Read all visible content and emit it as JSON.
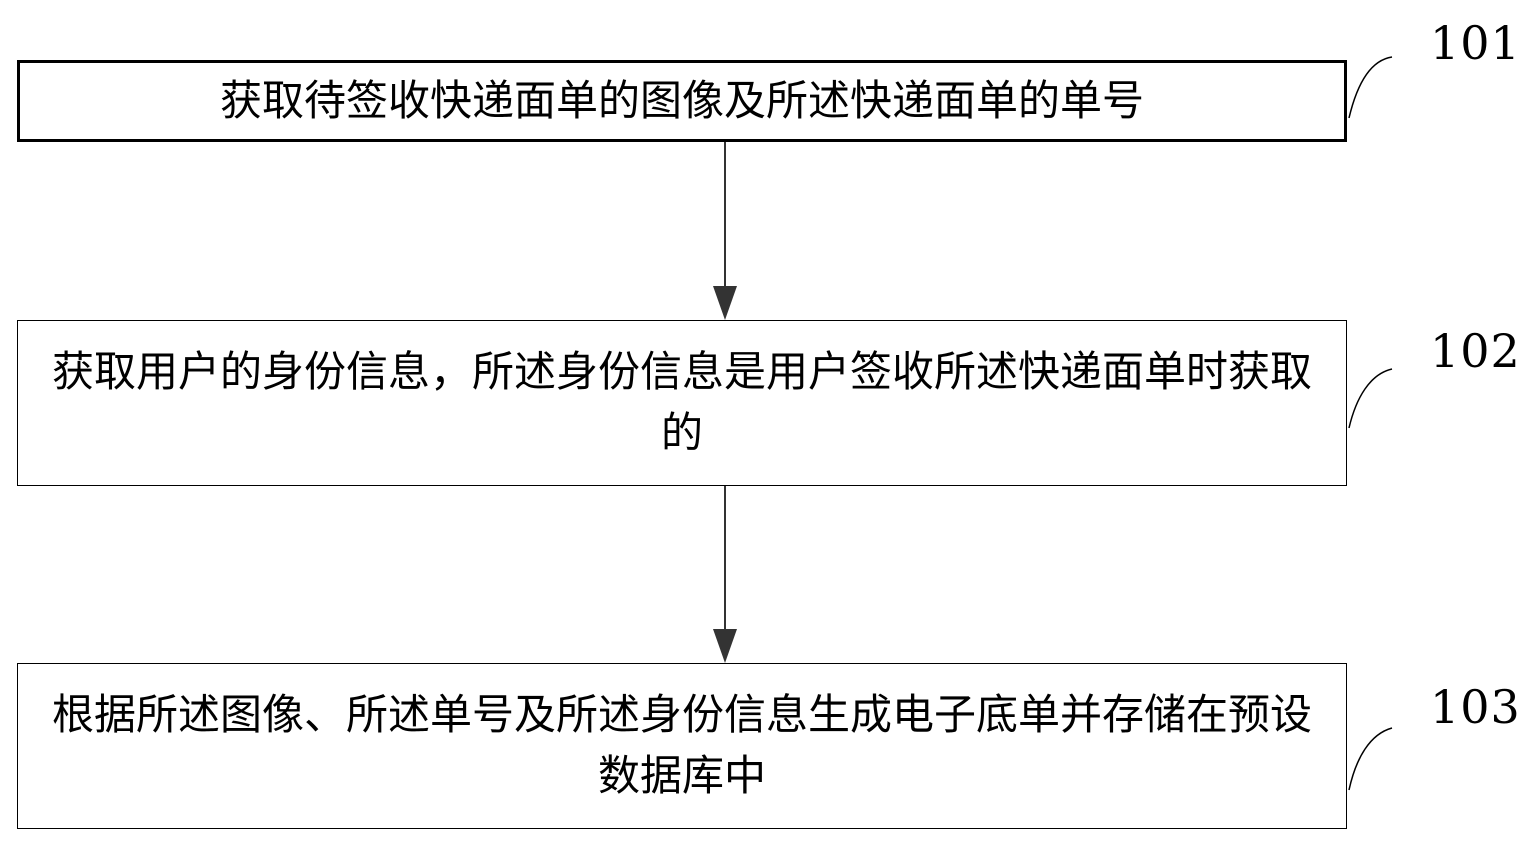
{
  "steps": [
    {
      "id": "101",
      "text": "获取待签收快递面单的图像及所述快递面单的单号"
    },
    {
      "id": "102",
      "text": "获取用户的身份信息，所述身份信息是用户签收所述快递面单时获取的"
    },
    {
      "id": "103",
      "text": "根据所述图像、所述单号及所述身份信息生成电子底单并存储在预设数据库中"
    }
  ],
  "colors": {
    "line": "#000000",
    "arrow": "#333333",
    "background": "#ffffff"
  }
}
